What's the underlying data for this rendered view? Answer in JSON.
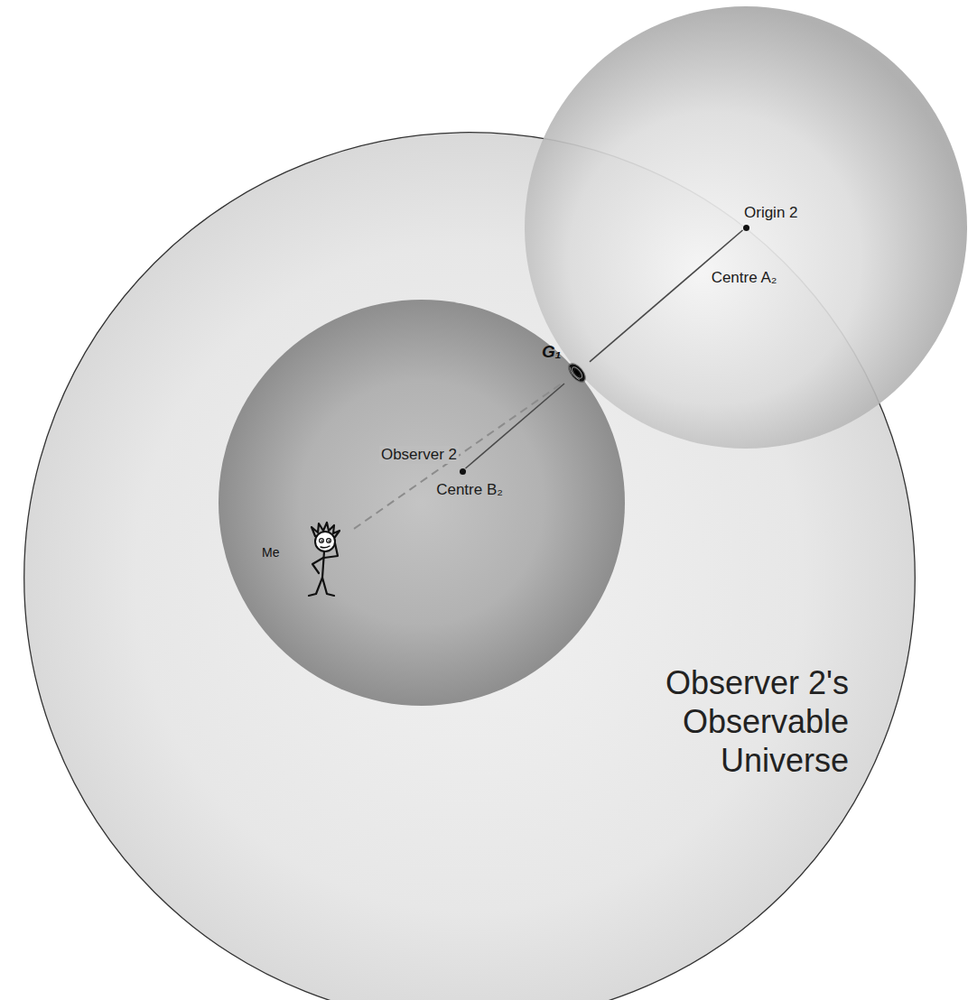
{
  "diagram": {
    "nodes": [
      {
        "text": [
          "Observer 2's Observable Universe"
        ]
      },
      {
        "text": [
          "Origin 2",
          "Centre A₂"
        ]
      },
      {
        "text": [
          "Observer 2",
          "Centre B₂"
        ],
        "in": 0
      },
      {
        "text": [
          "G₁"
        ],
        "in": 0
      },
      {
        "text": [
          "Me"
        ],
        "in": 2
      }
    ],
    "edges": [
      {
        "from": 2,
        "to": 3,
        "arrow": "none"
      },
      {
        "from": 3,
        "to": 1,
        "arrow": "none"
      },
      {
        "from": 4,
        "to": 3,
        "arrow": "none"
      }
    ]
  }
}
